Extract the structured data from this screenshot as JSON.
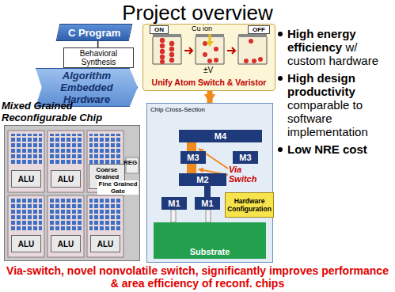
{
  "diagram": {
    "title": "Project overview",
    "caption": "Via-switch, novel nonvolatile switch, significantly improves performance & area efficiency of reconf. chips",
    "nodes": [
      {
        "text": [
          "C Program"
        ]
      },
      {
        "text": [
          "Behavioral Synthesis"
        ]
      },
      {
        "text": [
          "Algorithm Embedded Hardware"
        ]
      },
      {
        "text": [
          "Mixed Grained Reconfigurable Chip"
        ]
      },
      {
        "text": [
          "ALU"
        ],
        "in": 3
      },
      {
        "text": [
          "ALU"
        ],
        "in": 3
      },
      {
        "text": [
          "Coarse Grained ALU"
        ],
        "in": 3
      },
      {
        "text": [
          "ALU"
        ],
        "in": 3
      },
      {
        "text": [
          "ALU"
        ],
        "in": 3
      },
      {
        "text": [
          "ALU"
        ],
        "in": 3
      },
      {
        "text": [
          "Unify Atom Switch & Varistor"
        ]
      },
      {
        "text": [
          "ON"
        ],
        "in": 10
      },
      {
        "text": [
          "OFF"
        ],
        "in": 10
      },
      {
        "text": [
          "Chip Cross-Section"
        ]
      },
      {
        "text": [
          "M4"
        ],
        "in": 13
      },
      {
        "text": [
          "M3"
        ],
        "in": 13
      },
      {
        "text": [
          "M3"
        ],
        "in": 13
      },
      {
        "text": [
          "M2"
        ],
        "in": 13
      },
      {
        "text": [
          "M1"
        ],
        "in": 13
      },
      {
        "text": [
          "M1"
        ],
        "in": 13
      },
      {
        "text": [
          "Substrate"
        ],
        "in": 13
      },
      {
        "text": [
          "Hardware Configuration"
        ],
        "in": 13
      }
    ],
    "edges": [
      {
        "from": 0,
        "to": 1,
        "arrow": "none"
      },
      {
        "from": 1,
        "to": 2,
        "arrow": "to"
      },
      {
        "from": 10,
        "to": 13,
        "arrow": "to"
      }
    ],
    "labels": [
      "REG",
      "Fine Grained Gate",
      "Cu ion",
      "±V",
      "Via Switch",
      "High energy efficiency",
      "w/ custom hardware",
      "High design productivity",
      "comparable to software implementation",
      "Low NRE cost"
    ]
  }
}
